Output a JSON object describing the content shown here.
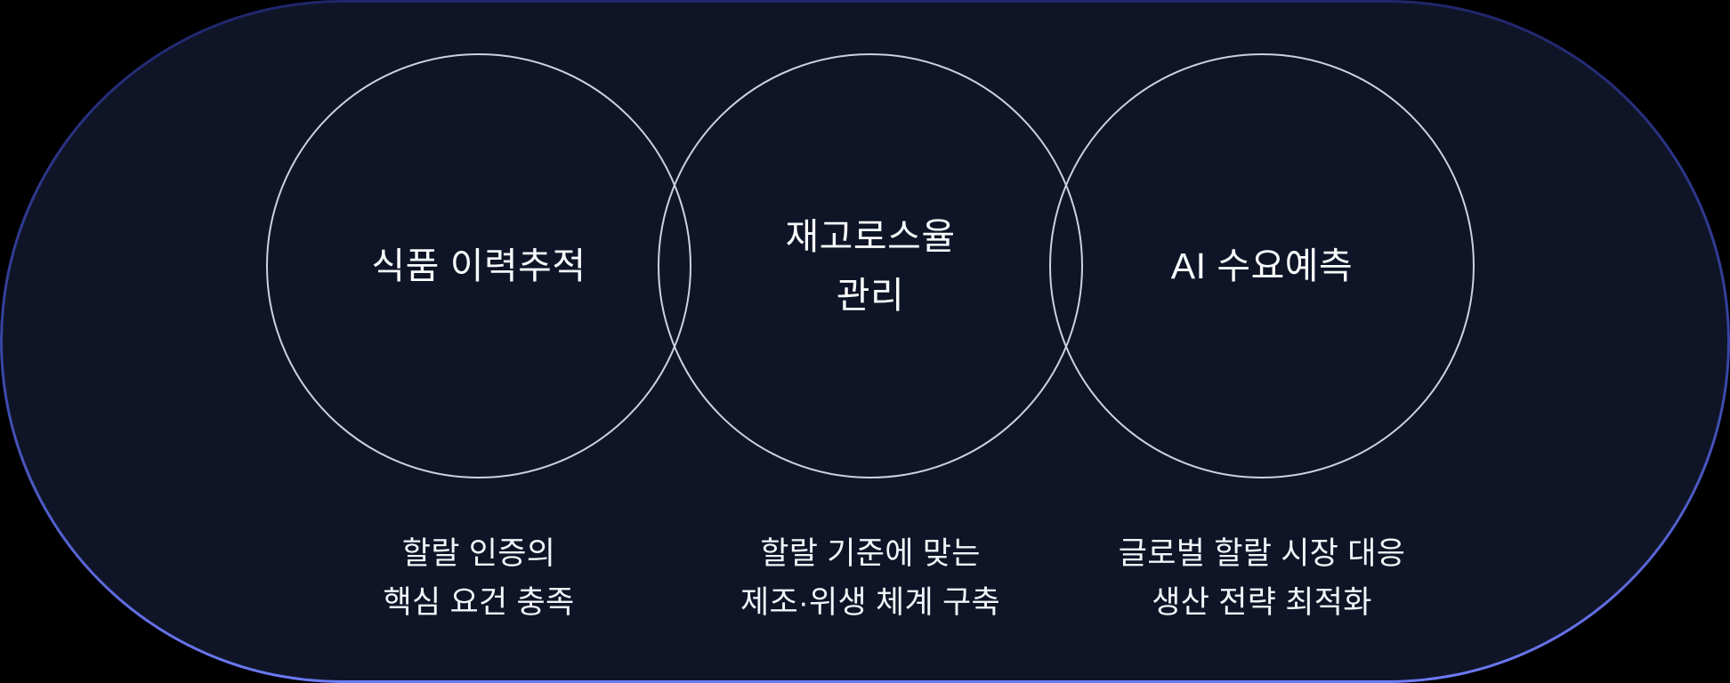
{
  "panel": {
    "shape": "stadium",
    "background_color": "#0f1527",
    "outside_color": "#000000",
    "border_gradient_top": "#20266a",
    "border_gradient_bottom": "#6d7af4",
    "circle_stroke_color": "#ccd1e2",
    "text_color": "#f8fafc"
  },
  "circles": [
    {
      "id": "food-traceability",
      "title": "식품 이력추적",
      "caption": "할랄 인증의\n핵심 요건 충족"
    },
    {
      "id": "inventory-loss-rate",
      "title": "재고로스율\n관리",
      "caption": "할랄 기준에 맞는\n제조·위생 체계 구축"
    },
    {
      "id": "ai-demand-forecast",
      "title": "AI 수요예측",
      "caption": "글로벌 할랄 시장 대응\n생산 전략 최적화"
    }
  ]
}
